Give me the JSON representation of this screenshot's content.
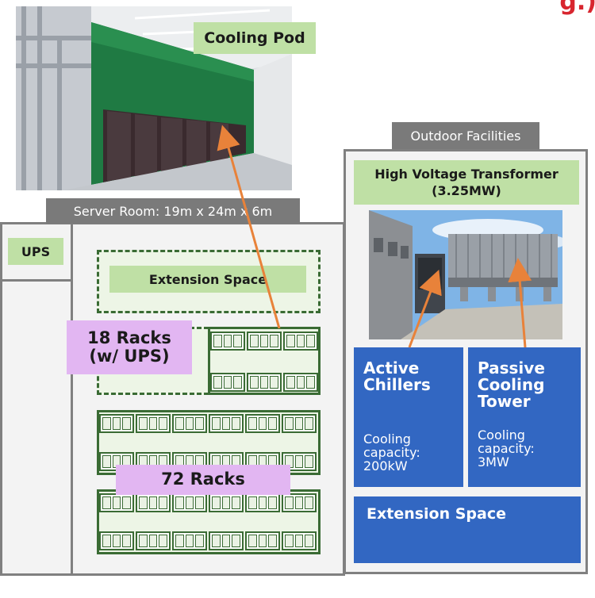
{
  "header_fragment": "g.)",
  "photo_labels": {
    "cooling_pod": "Cooling Pod"
  },
  "server_room": {
    "label": "Server Room: 19m x 24m x 6m",
    "ups": "UPS",
    "extension_space": "Extension Space",
    "racks_18": {
      "line1": "18 Racks",
      "line2": "(w/ UPS)"
    },
    "racks_72": "72 Racks"
  },
  "outdoor": {
    "label": "Outdoor Facilities",
    "transformer": {
      "line1": "High Voltage Transformer",
      "line2": "(3.25MW)"
    },
    "active_chillers": {
      "title_line1": "Active",
      "title_line2": "Chillers",
      "sub_line1": "Cooling",
      "sub_line2": "capacity:",
      "sub_line3": "200kW"
    },
    "passive_tower": {
      "title_line1": "Passive",
      "title_line2": "Cooling",
      "title_line3": "Tower",
      "sub_line1": "Cooling",
      "sub_line2": "capacity:",
      "sub_line3": "3MW"
    },
    "extension_space": "Extension Space"
  },
  "colors": {
    "green_label": "#bfe0a5",
    "rack_green": "#3a6b34",
    "purple_label": "#e2b6f2",
    "blue_box": "#3267c2",
    "frame_grey": "#808080",
    "arrow_orange": "#e8823a",
    "header_red": "#d8262f"
  },
  "icons": [
    "rack-unit-icon",
    "arrow-icon"
  ]
}
